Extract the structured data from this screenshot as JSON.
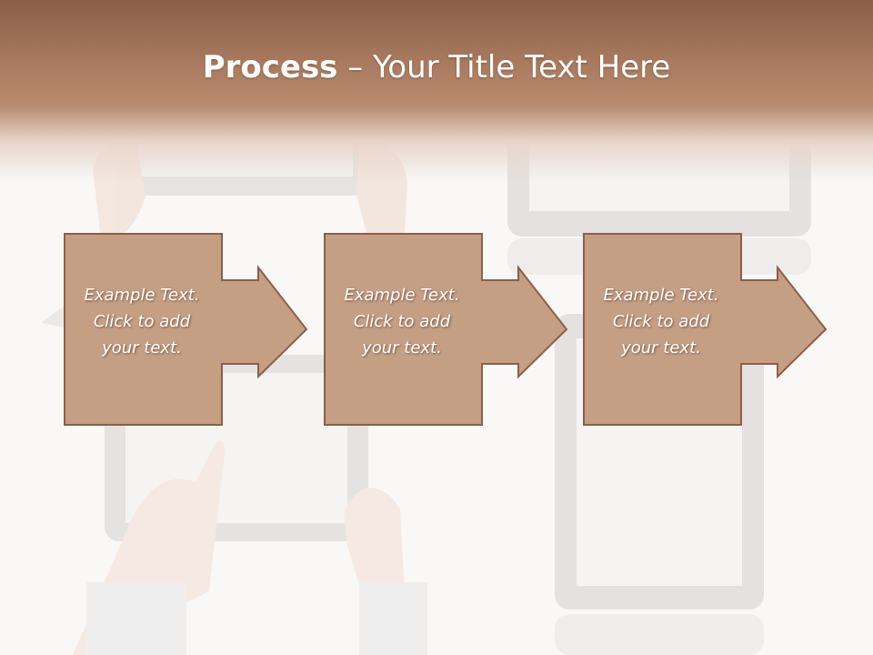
{
  "slide": {
    "title_bold": "Process",
    "title_rest": " – Your Title Text Here"
  },
  "colors": {
    "accent": "#c59f84",
    "accent_border": "#8c5e4a",
    "header": "#9c6f55"
  },
  "steps": [
    {
      "lines": [
        "Example Text.",
        "Click  to add",
        "your text."
      ]
    },
    {
      "lines": [
        "Example Text.",
        "Click  to add",
        "your text."
      ]
    },
    {
      "lines": [
        "Example Text.",
        "Click  to add",
        "your text."
      ]
    }
  ]
}
